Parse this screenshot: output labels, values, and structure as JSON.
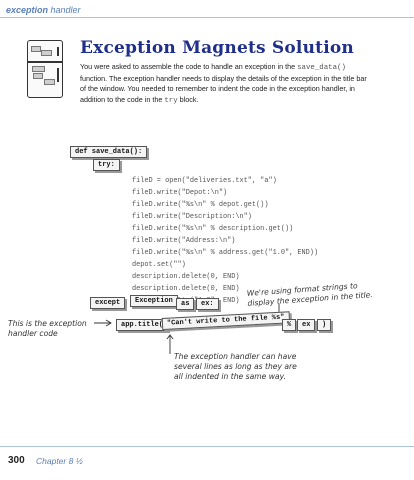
{
  "header": {
    "part1": "exception",
    "part2": " handler"
  },
  "title": "Exception Magnets Solution",
  "intro": {
    "t1": "You were asked to assemble the code to handle an exception in the ",
    "code1": "save_data()",
    "t2": " function. The exception handler needs to display the details of the exception in the title bar of the window. You needed to remember to indent the code in the exception handler, in addition to the code in the ",
    "code2": "try",
    "t3": " block."
  },
  "magnets": {
    "def": "def save_data():",
    "try": "try:",
    "except": "except",
    "exception": "Exception",
    "as": "as",
    "ex": "ex:",
    "apptitle": "app.title(",
    "string": "\"Can't write to the file %s\"",
    "percent": "%",
    "ex2": "ex",
    "paren": ")"
  },
  "code_lines": [
    "fileD = open(\"deliveries.txt\", \"a\")",
    "fileD.write(\"Depot:\\n\")",
    "fileD.write(\"%s\\n\" % depot.get())",
    "fileD.write(\"Description:\\n\")",
    "fileD.write(\"%s\\n\" % description.get())",
    "fileD.write(\"Address:\\n\")",
    "fileD.write(\"%s\\n\" % address.get(\"1.0\", END))",
    "depot.set(\"\")",
    "description.delete(0, END)",
    "description.delete(0, END)",
    "address.delete(\"1.0\", END)"
  ],
  "notes": {
    "format": "We're using format strings to display the exception in the title.",
    "handler": "This is the exception handler code",
    "indent": "The exception handler can have several lines as long as they are all indented in the same way."
  },
  "footer": {
    "page": "300",
    "chapter": "Chapter 8 ½"
  }
}
